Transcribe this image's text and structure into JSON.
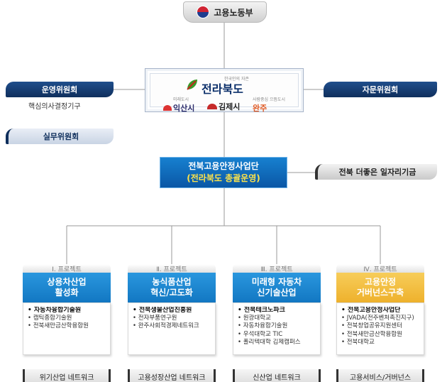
{
  "top": {
    "ministry": "고용노동부"
  },
  "province": {
    "title": "전라북도",
    "subtitle": "한국인의 자존",
    "cities": [
      {
        "small": "미래도시",
        "name": "익산시"
      },
      {
        "small": "",
        "name": "김제시"
      },
      {
        "small": "사람중심 으뜸도시",
        "name": "완주"
      }
    ]
  },
  "left": {
    "committee": "운영위원회",
    "committee_caption": "핵심의사결정기구",
    "working": "실무위원회"
  },
  "right": {
    "advisory": "자문위원회"
  },
  "center": {
    "line1": "전북고용안정사업단",
    "line2": "(전라북도 총괄운영)"
  },
  "fund": {
    "label": "전북 더좋은 일자리기금"
  },
  "projects": [
    {
      "label": "Ⅰ. 프로젝트",
      "title1": "상용차산업",
      "title2": "활성화",
      "color": "#1a86cf",
      "items": [
        "자동차융합기술원",
        "캡틱종합기술원",
        "전북새만금산학융합원"
      ],
      "network": "위기산업 네트워크"
    },
    {
      "label": "Ⅱ. 프로젝트",
      "title1": "농식품산업",
      "title2": "혁신/고도화",
      "color": "#1a86cf",
      "items": [
        "전북생물산업진흥원",
        "전자부품연구원",
        "완주사회적경제네트워크"
      ],
      "network": "고용성장산업 네트워크"
    },
    {
      "label": "Ⅲ. 프로젝트",
      "title1": "미래형 자동차",
      "title2": "신기술산업",
      "color": "#1a86cf",
      "items": [
        "전북테크노파크",
        "원광대학교",
        "자동차융합기술원",
        "우석대학교 TIC",
        "폴리텍대학 김제캠퍼스"
      ],
      "network": "신산업 네트워크"
    },
    {
      "label": "Ⅳ. 프로젝트",
      "title1": "고용안정",
      "title2": "거버넌스구축",
      "color": "#f2bd3b",
      "items": [
        "전북고용안정사업단",
        "JVADA(전주벤처촉진지구)",
        "전북창업공유지원센터",
        "전북새만금산학융합원",
        "전북대학교"
      ],
      "network": "고용서비스/거버넌스"
    }
  ]
}
